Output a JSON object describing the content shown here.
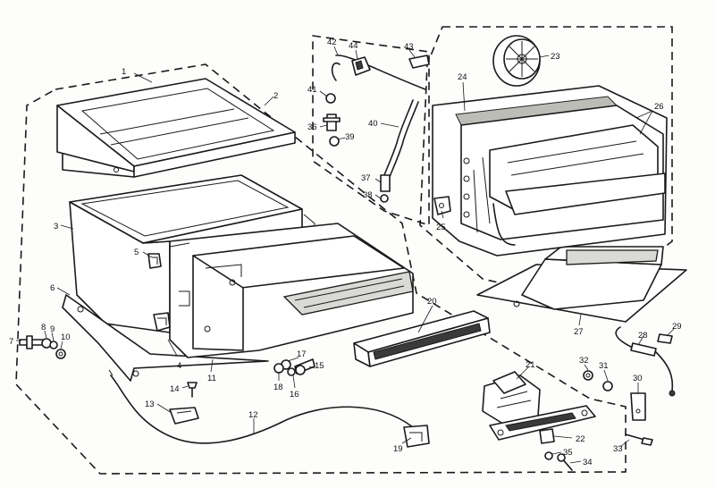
{
  "part_numbers": [
    "1",
    "2",
    "3",
    "4",
    "5",
    "6",
    "7",
    "8",
    "9",
    "10",
    "11",
    "12",
    "13",
    "14",
    "15",
    "16",
    "17",
    "18",
    "19",
    "20",
    "21",
    "22",
    "23",
    "24",
    "25",
    "26",
    "27",
    "28",
    "29",
    "30",
    "31",
    "32",
    "33",
    "34",
    "35",
    "36",
    "37",
    "38",
    "39",
    "40",
    "41",
    "42",
    "43",
    "44"
  ]
}
